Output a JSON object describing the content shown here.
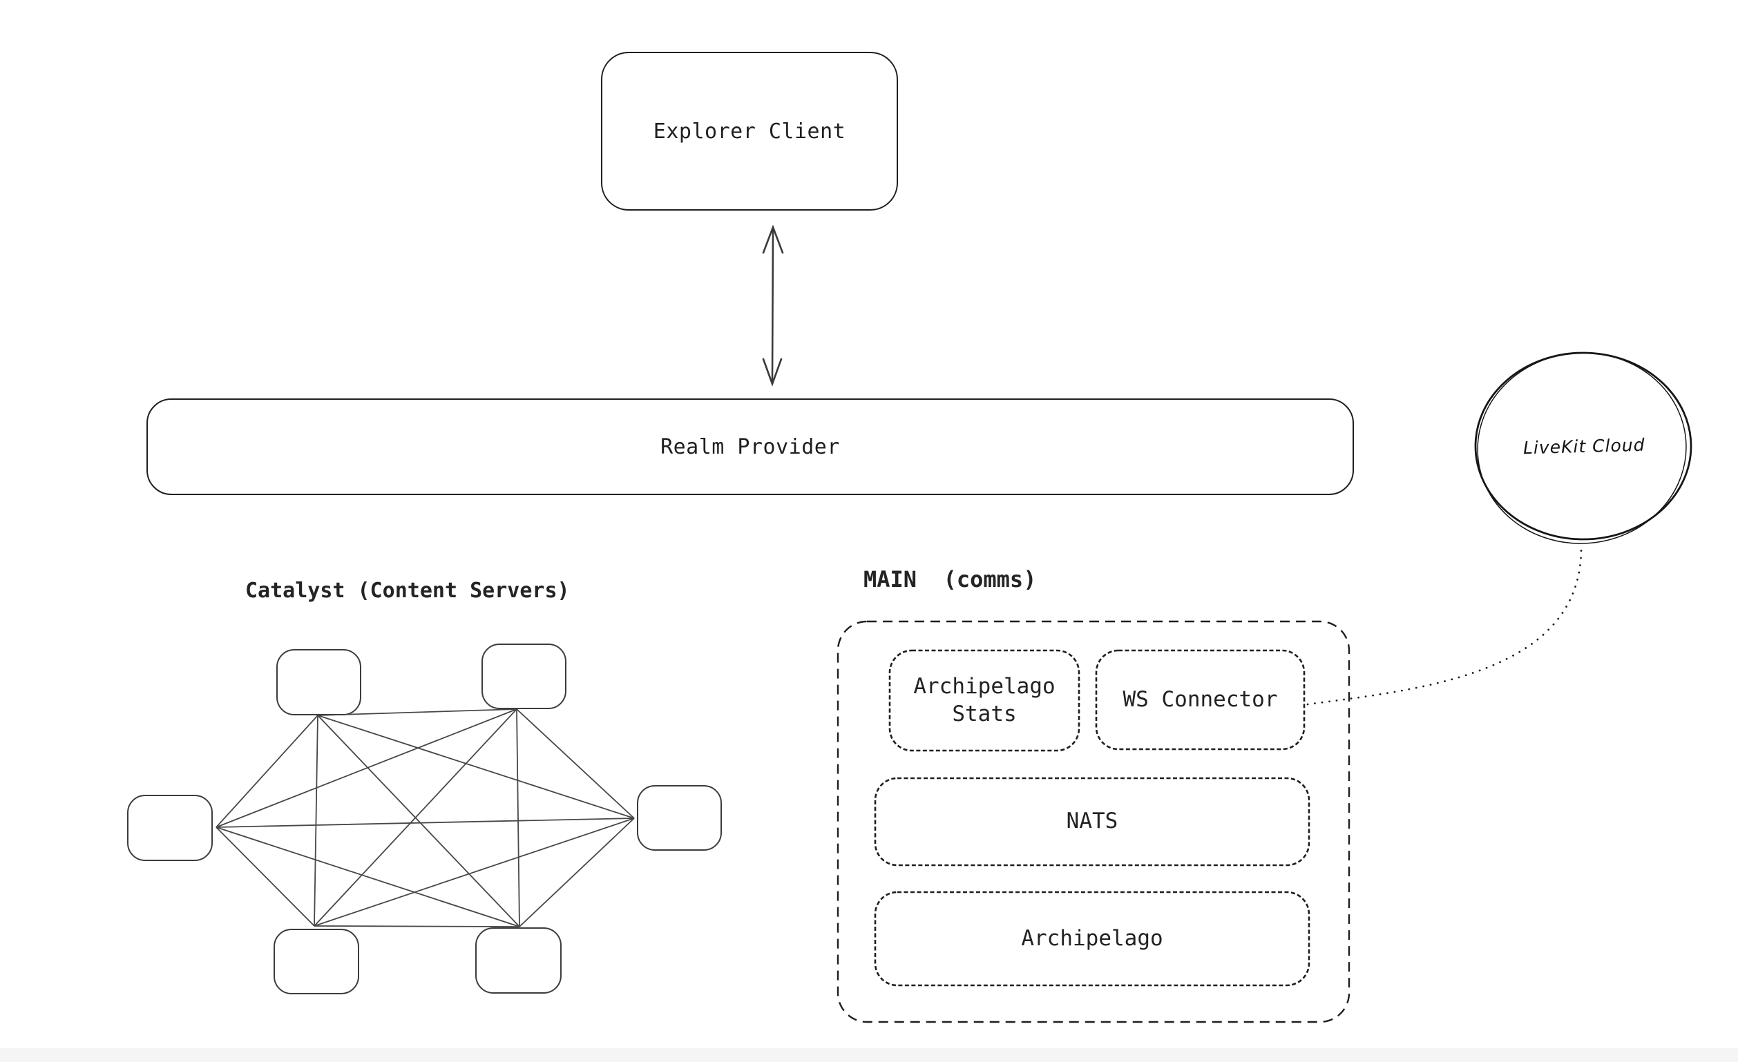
{
  "colors": {
    "stroke": "#1f1f1f",
    "mesh_stroke": "#444444",
    "background": "#ffffff",
    "footer_strip": "#f5f5f6"
  },
  "nodes": {
    "explorer_client": "Explorer Client",
    "realm_provider": "Realm Provider",
    "livekit_cloud": "LiveKit Cloud"
  },
  "catalyst": {
    "title": "Catalyst (Content Servers)"
  },
  "main": {
    "title": "MAIN  (comms)",
    "archipelago_stats_line1": "Archipelago",
    "archipelago_stats_line2": "Stats",
    "ws_connector": "WS Connector",
    "nats": "NATS",
    "archipelago": "Archipelago"
  }
}
